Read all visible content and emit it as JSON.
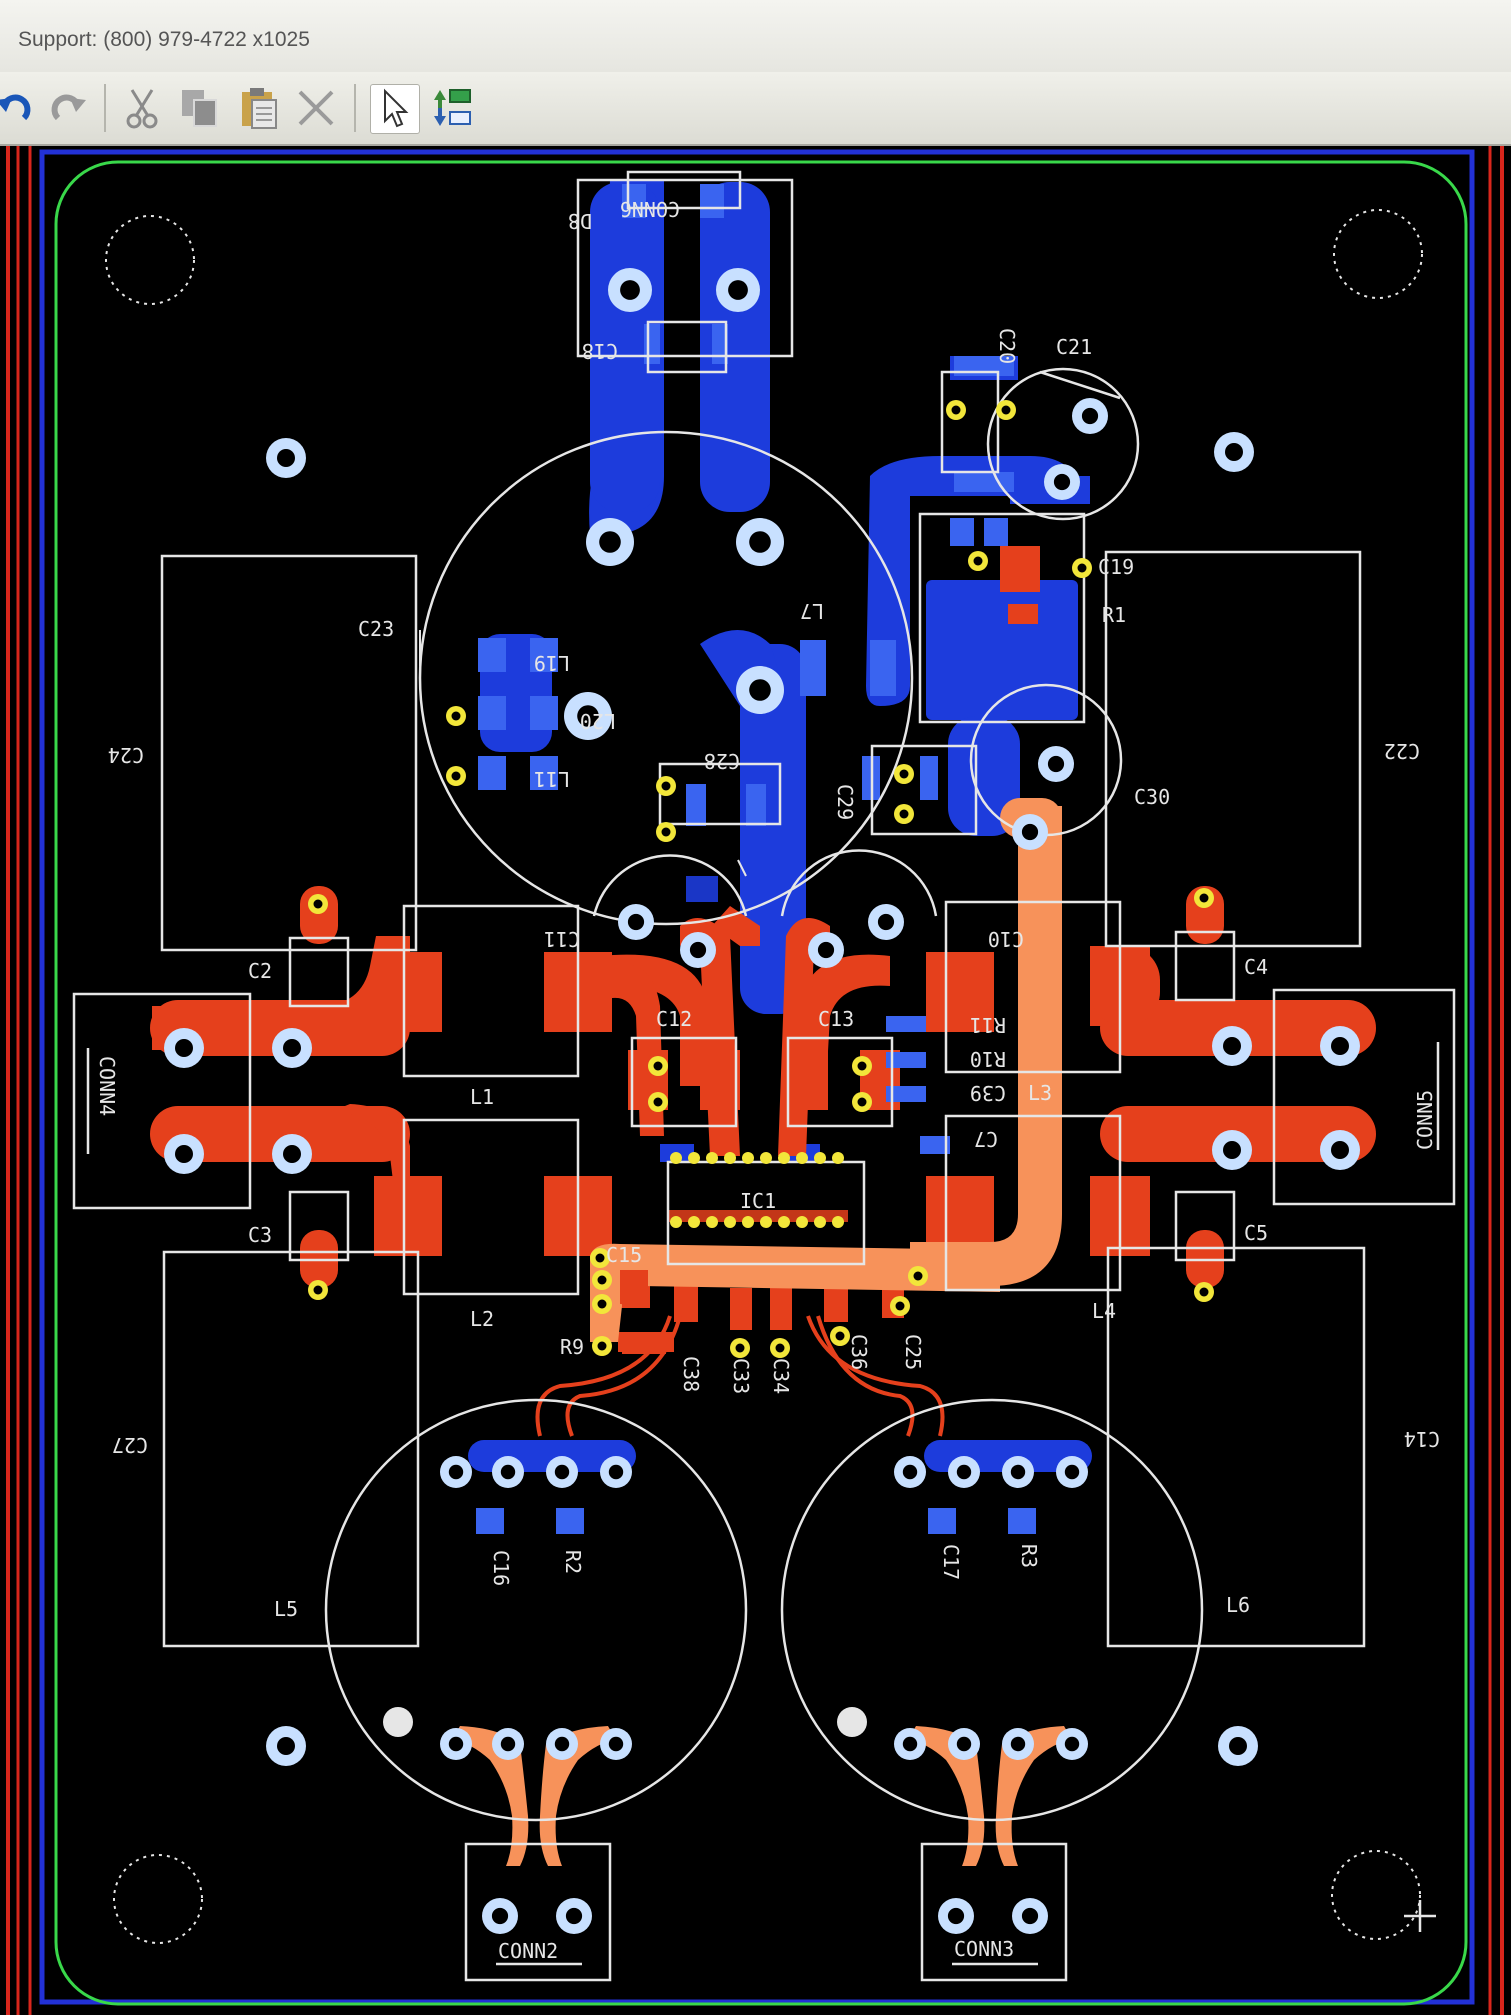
{
  "window": {
    "support": "Support: (800) 979-4722 x1025"
  },
  "toolbar": {
    "items": [
      {
        "id": "undo",
        "icon": "undo-icon"
      },
      {
        "id": "redo",
        "icon": "redo-icon"
      },
      {
        "id": "cut",
        "icon": "scissors-icon"
      },
      {
        "id": "copy",
        "icon": "copy-icon"
      },
      {
        "id": "paste",
        "icon": "clipboard-icon"
      },
      {
        "id": "delete",
        "icon": "close-icon"
      },
      {
        "id": "select",
        "icon": "pointer-icon",
        "selected": true
      },
      {
        "id": "exchange",
        "icon": "swap-icon"
      }
    ]
  },
  "colors": {
    "background": "#000000",
    "outline": "#39d84a",
    "top_copper": "#e5401c",
    "top_copper_light": "#f7925a",
    "bottom_copper": "#1d3cdc",
    "silkscreen": "#e6e6e6",
    "pad_hole": "#f2e63a"
  },
  "board": {
    "labels": {
      "conn6": "CONN6",
      "d8": "D8",
      "c18": "C18",
      "c20": "C20",
      "c21": "C21",
      "c19": "C19",
      "r1": "R1",
      "c23": "C23",
      "l7": "L7",
      "l19": "L19",
      "l20": "L20",
      "l11": "L11",
      "c28": "C28",
      "c29": "C29",
      "c30": "C30",
      "c24": "C24",
      "c22": "C22",
      "c11": "C11",
      "c10": "C10",
      "c2": "C2",
      "c4": "C4",
      "conn4": "CONN4",
      "conn5": "CONN5",
      "l1": "L1",
      "l3": "L3",
      "c12": "C12",
      "c13": "C13",
      "r11": "R11",
      "r10": "R10",
      "c39": "C39",
      "c7": "C7",
      "ic1": "IC1",
      "c3": "C3",
      "c5": "C5",
      "c15": "C15",
      "l2": "L2",
      "l4": "L4",
      "r9": "R9",
      "c38": "C38",
      "c33": "C33",
      "c34": "C34",
      "c36": "C36",
      "c25": "C25",
      "c27": "C27",
      "c14": "C14",
      "c16": "C16",
      "r2": "R2",
      "c17": "C17",
      "r3": "R3",
      "l5": "L5",
      "l6": "L6",
      "conn2": "CONN2",
      "conn3": "CONN3"
    }
  }
}
